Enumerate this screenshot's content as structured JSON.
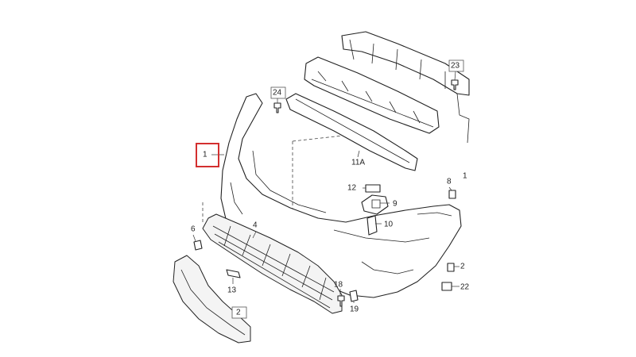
{
  "diagram": {
    "callouts": [
      {
        "id": "c1",
        "label": "1"
      },
      {
        "id": "c2",
        "label": "2"
      },
      {
        "id": "c4",
        "label": "4"
      },
      {
        "id": "c6",
        "label": "6"
      },
      {
        "id": "c8",
        "label": "8"
      },
      {
        "id": "c9",
        "label": "9"
      },
      {
        "id": "c10",
        "label": "10"
      },
      {
        "id": "c11a",
        "label": "11A"
      },
      {
        "id": "c12",
        "label": "12"
      },
      {
        "id": "c13",
        "label": "13"
      },
      {
        "id": "c18",
        "label": "18"
      },
      {
        "id": "c19",
        "label": "19"
      },
      {
        "id": "c23",
        "label": "23"
      },
      {
        "id": "c24",
        "label": "24"
      },
      {
        "id": "c2r",
        "label": "2"
      },
      {
        "id": "c22",
        "label": "22"
      },
      {
        "id": "c1r",
        "label": "1"
      }
    ],
    "highlight": {
      "target": "c1",
      "color": "#d32f2f"
    }
  }
}
